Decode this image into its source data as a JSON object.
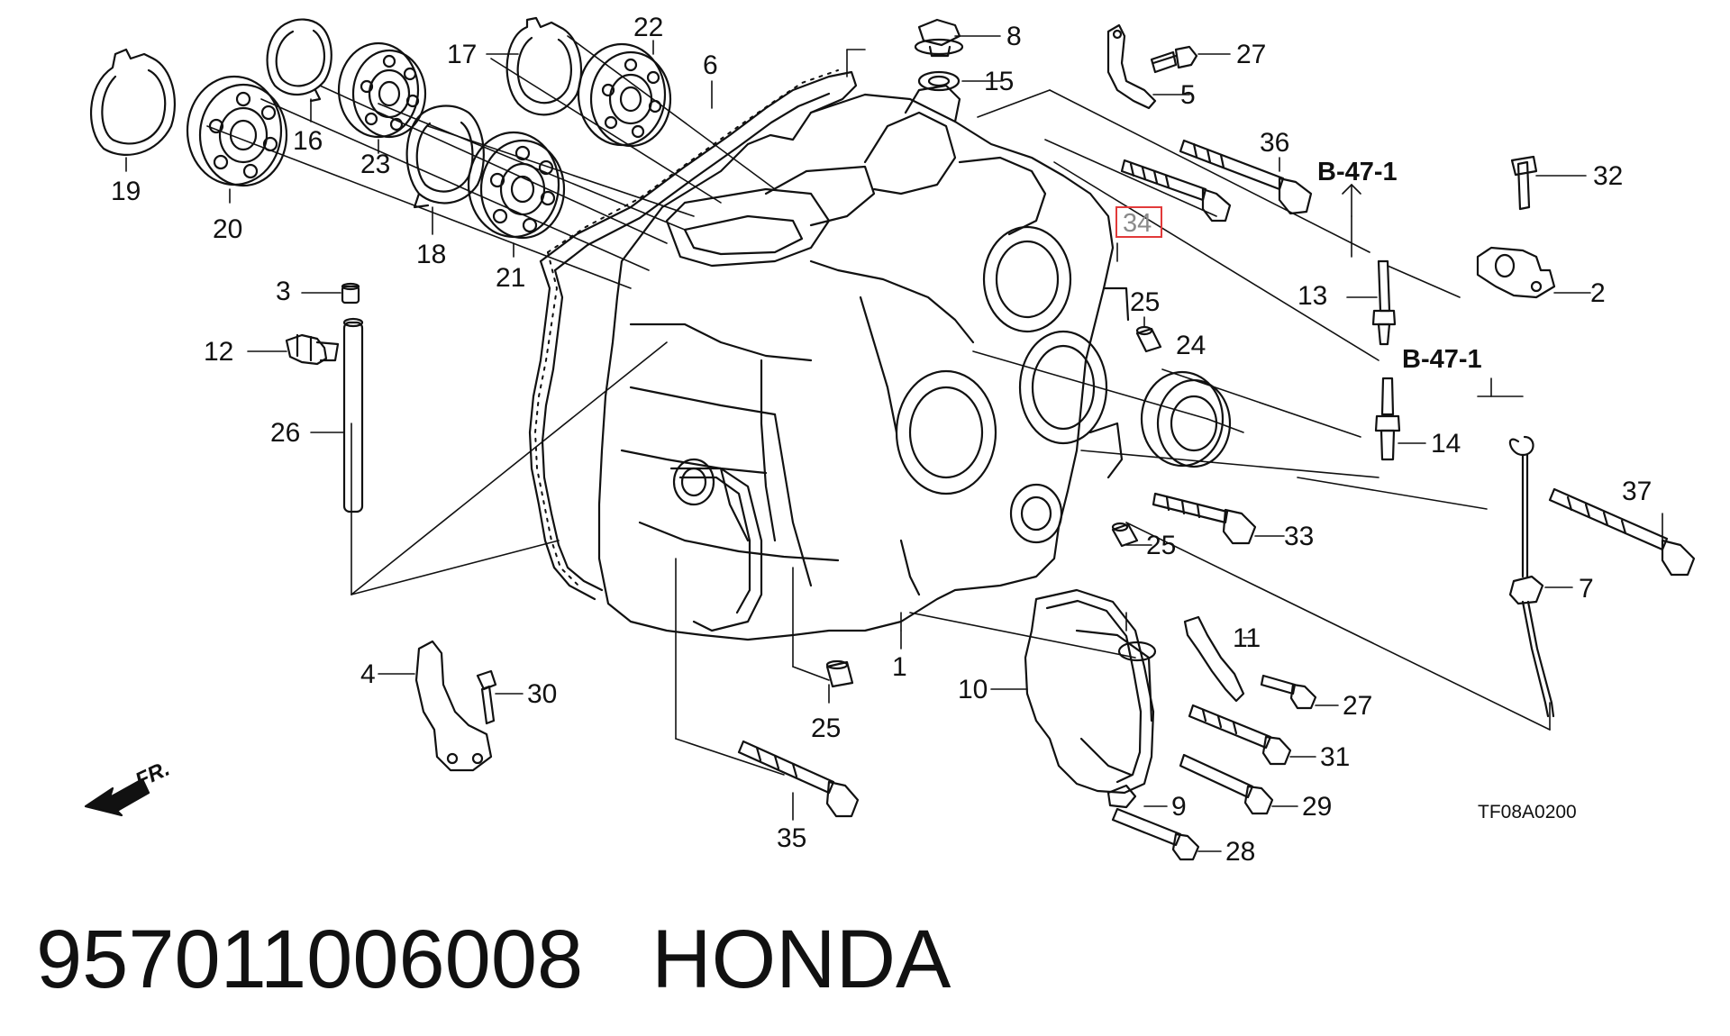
{
  "diagram": {
    "drawing_code": "TF08A0200",
    "front_marker": "FR.",
    "references": [
      "B-47-1",
      "B-47-1"
    ],
    "highlighted_label": "34",
    "labels": [
      "1",
      "2",
      "3",
      "4",
      "5",
      "6",
      "7",
      "8",
      "9",
      "10",
      "11",
      "12",
      "13",
      "14",
      "15",
      "16",
      "17",
      "18",
      "19",
      "20",
      "21",
      "22",
      "23",
      "24",
      "25",
      "25",
      "25",
      "26",
      "27",
      "27",
      "28",
      "29",
      "30",
      "31",
      "32",
      "33",
      "35",
      "36",
      "37"
    ]
  },
  "footer": {
    "part_number": "957011006008",
    "brand": "HONDA"
  }
}
